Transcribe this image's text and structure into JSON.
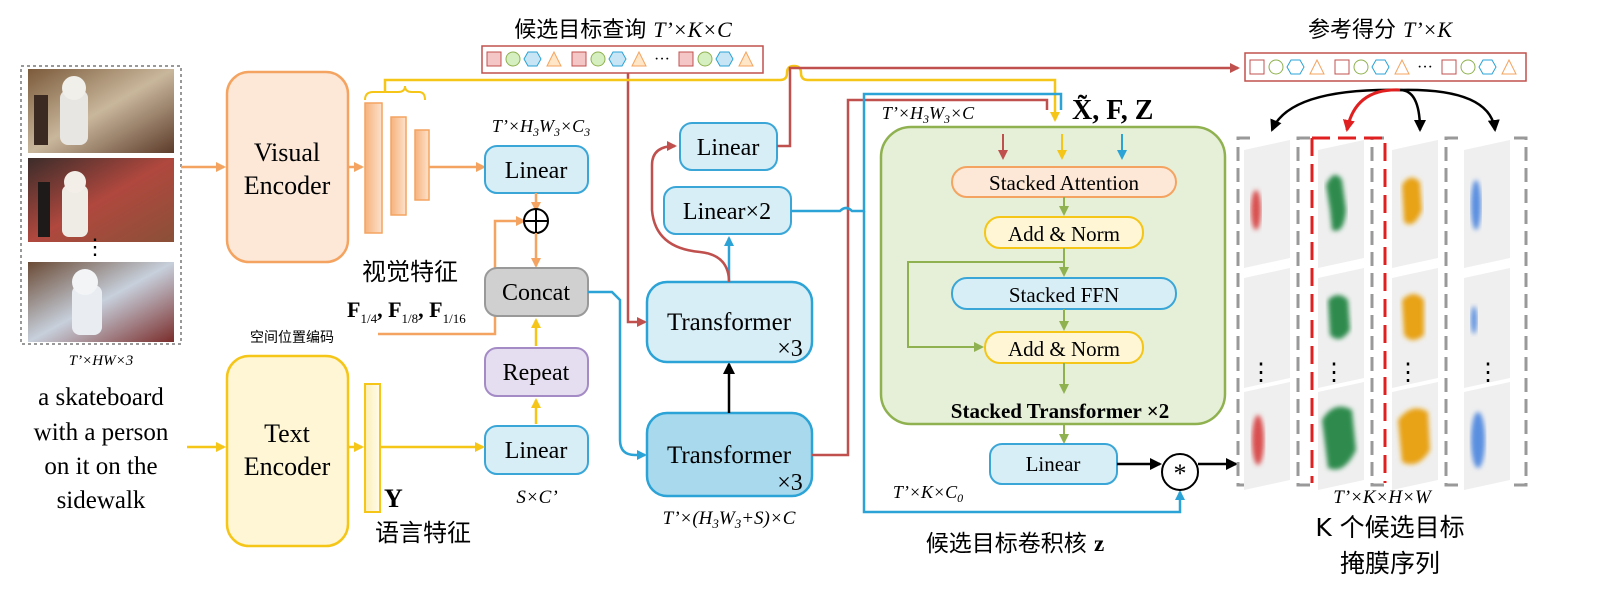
{
  "inputs": {
    "video_dim": "T’×HW×3",
    "frames_dots": "⋮",
    "text_lines": [
      "a skateboard",
      "with a person",
      "on it on the",
      "sidewalk"
    ]
  },
  "encoders": {
    "visual": [
      "Visual",
      "Encoder"
    ],
    "text": [
      "Text",
      "Encoder"
    ]
  },
  "visual_features": {
    "label": "视觉特征",
    "dim_top": "T’×H₃W₃×C₃",
    "pyramid_text": "F1/4, F1/8, F1/16",
    "spatial_pos": "空间位置编码"
  },
  "language_features": {
    "symbol": "Y",
    "label": "语言特征",
    "dim": "S×C’"
  },
  "blocks": {
    "linear_visual": "Linear",
    "plus": "⊕",
    "concat": "Concat",
    "repeat": "Repeat",
    "linear_text": "Linear",
    "transformer_top": [
      "Transformer",
      "×3"
    ],
    "transformer_bottom": [
      "Transformer",
      "×3"
    ],
    "transformer_dim": "T’×(H₃W₃+S)×C",
    "linear_top": "Linear",
    "linear_x2": "Linear×2"
  },
  "queries": {
    "candidate_label": "候选目标查询 T’×K×C",
    "reference_label": "参考得分 T’×K",
    "ellipsis": "···"
  },
  "stacked_transformer": {
    "inputs_label": "X̃, F, Z",
    "dim_label": "T’×H₃W₃×C",
    "stacked_attention": "Stacked Attention",
    "add_norm_1": "Add & Norm",
    "stacked_ffn": "Stacked FFN",
    "add_norm_2": "Add & Norm",
    "title": "Stacked Transformer ×2"
  },
  "output": {
    "linear": "Linear",
    "dim_c0": "T’×K×C₀",
    "conv_symbol": "*",
    "kernel_label": "候选目标卷积核 z",
    "mask_dim": "T’×K×H×W",
    "mask_label": [
      "K 个候选目标",
      "掩膜序列"
    ],
    "dots": "⋮"
  },
  "colors": {
    "orange": "#F4A460",
    "yellow": "#F5C518",
    "blue": "#2BA3D6",
    "red": "#C0504D",
    "green": "#8FB14F",
    "box_fill_blue": "#D7EEF7",
    "box_stroke_blue": "#3AA6D8",
    "dark_red": "#B94A3C",
    "mask_red": "#D94F4F",
    "mask_green": "#2E8B4E",
    "mask_yellow": "#E8A317",
    "mask_blue": "#5A8FE0"
  }
}
